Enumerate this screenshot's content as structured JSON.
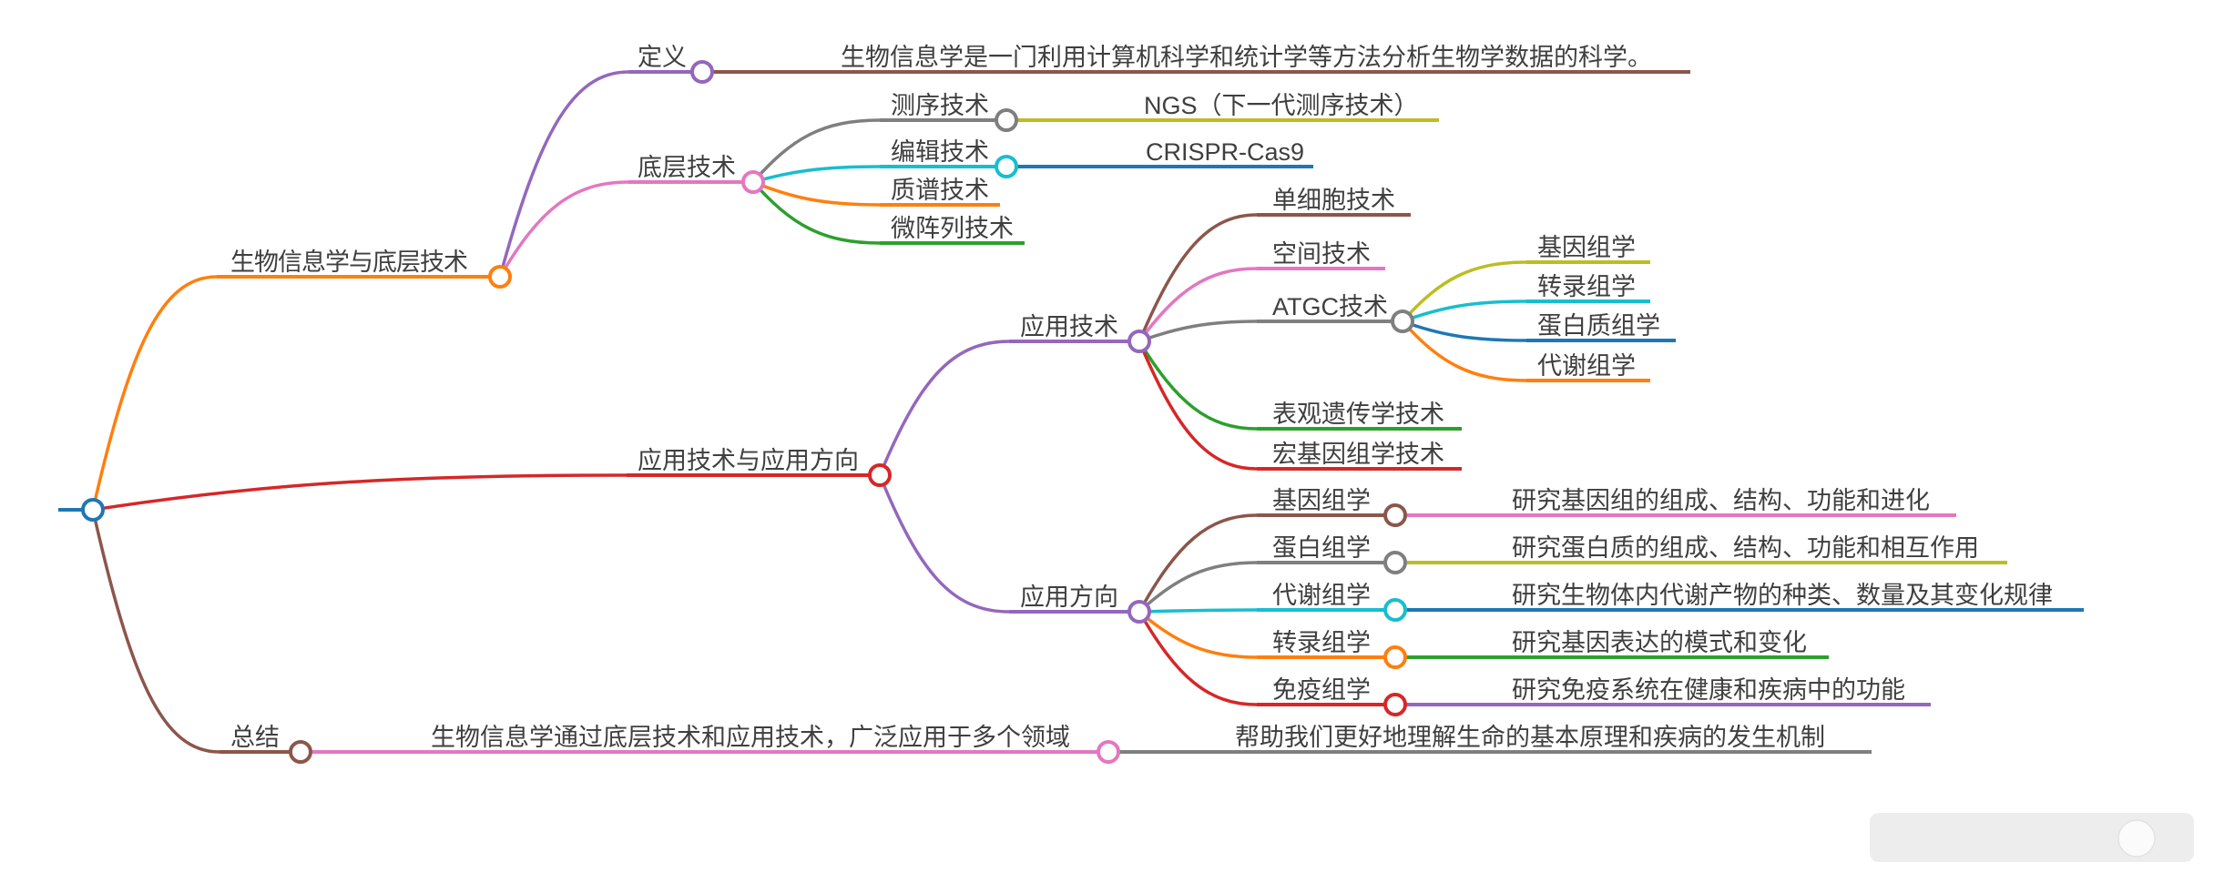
{
  "canvas": {
    "background": "#ffffff",
    "text_color": "#3f3f3f"
  },
  "palette": {
    "blue": "#1f77b4",
    "orange": "#ff7f0e",
    "green": "#2ca02c",
    "red": "#d62728",
    "purple": "#9467bd",
    "brown": "#8c564b",
    "pink": "#e377c2",
    "gray": "#7f7f7f",
    "olive": "#bcbd22",
    "cyan": "#17becf"
  },
  "tree": {
    "label": "",
    "color": "#1f77b4",
    "children": [
      {
        "label": "生物信息学与底层技术",
        "color": "#ff7f0e",
        "children": [
          {
            "label": "定义",
            "color": "#9467bd",
            "children": [
              {
                "label": "生物信息学是一门利用计算机科学和统计学等方法分析生物学数据的科学。",
                "color": "#8c564b"
              }
            ]
          },
          {
            "label": "底层技术",
            "color": "#e377c2",
            "children": [
              {
                "label": "测序技术",
                "color": "#7f7f7f",
                "children": [
                  {
                    "label": "NGS（下一代测序技术）",
                    "color": "#bcbd22"
                  }
                ]
              },
              {
                "label": "编辑技术",
                "color": "#17becf",
                "children": [
                  {
                    "label": "CRISPR-Cas9",
                    "color": "#1f77b4"
                  }
                ]
              },
              {
                "label": "质谱技术",
                "color": "#ff7f0e"
              },
              {
                "label": "微阵列技术",
                "color": "#2ca02c"
              }
            ]
          }
        ]
      },
      {
        "label": "应用技术与应用方向",
        "color": "#d62728",
        "children": [
          {
            "label": "应用技术",
            "color": "#9467bd",
            "children": [
              {
                "label": "单细胞技术",
                "color": "#8c564b"
              },
              {
                "label": "空间技术",
                "color": "#e377c2"
              },
              {
                "label": "ATGC技术",
                "color": "#7f7f7f",
                "children": [
                  {
                    "label": "基因组学",
                    "color": "#bcbd22"
                  },
                  {
                    "label": "转录组学",
                    "color": "#17becf"
                  },
                  {
                    "label": "蛋白质组学",
                    "color": "#1f77b4"
                  },
                  {
                    "label": "代谢组学",
                    "color": "#ff7f0e"
                  }
                ]
              },
              {
                "label": "表观遗传学技术",
                "color": "#2ca02c"
              },
              {
                "label": "宏基因组学技术",
                "color": "#d62728"
              }
            ]
          },
          {
            "label": "应用方向",
            "color": "#9467bd",
            "children": [
              {
                "label": "基因组学",
                "color": "#8c564b",
                "children": [
                  {
                    "label": "研究基因组的组成、结构、功能和进化",
                    "color": "#e377c2"
                  }
                ]
              },
              {
                "label": "蛋白组学",
                "color": "#7f7f7f",
                "children": [
                  {
                    "label": "研究蛋白质的组成、结构、功能和相互作用",
                    "color": "#bcbd22"
                  }
                ]
              },
              {
                "label": "代谢组学",
                "color": "#17becf",
                "children": [
                  {
                    "label": "研究生物体内代谢产物的种类、数量及其变化规律",
                    "color": "#1f77b4"
                  }
                ]
              },
              {
                "label": "转录组学",
                "color": "#ff7f0e",
                "children": [
                  {
                    "label": "研究基因表达的模式和变化",
                    "color": "#2ca02c"
                  }
                ]
              },
              {
                "label": "免疫组学",
                "color": "#d62728",
                "children": [
                  {
                    "label": "研究免疫系统在健康和疾病中的功能",
                    "color": "#9467bd"
                  }
                ]
              }
            ]
          }
        ]
      },
      {
        "label": "总结",
        "color": "#8c564b",
        "children": [
          {
            "label": "生物信息学通过底层技术和应用技术，广泛应用于多个领域",
            "color": "#e377c2",
            "children": [
              {
                "label": "帮助我们更好地理解生命的基本原理和疾病的发生机制",
                "color": "#7f7f7f"
              }
            ]
          }
        ]
      }
    ]
  }
}
